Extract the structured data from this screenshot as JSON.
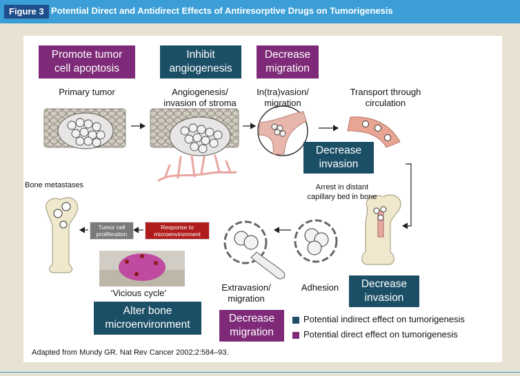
{
  "header": {
    "fig_label": "Figure 3",
    "title": "Potential Direct and Antidirect Effects of Antiresorptive Drugs on Tumorigenesis"
  },
  "boxes": {
    "promote": [
      "Promote tumor",
      "cell apoptosis"
    ],
    "inhibit": [
      "Inhibit",
      "angiogenesis"
    ],
    "decrease_migration_top": [
      "Decrease",
      "migration"
    ],
    "decrease_invasion_mid": [
      "Decrease",
      "invasion"
    ],
    "decrease_invasion_low": [
      "Decrease",
      "invasion"
    ],
    "decrease_migration_bottom": [
      "Decrease",
      "migration"
    ],
    "alter_bone": [
      "Alter bone",
      "microenvironment"
    ]
  },
  "labels": {
    "primary_tumor": "Primary tumor",
    "angiogenesis": [
      "Angiogenesis/",
      "invasion of stroma"
    ],
    "intravasion": [
      "In(tra)vasion/",
      "migration"
    ],
    "transport": [
      "Transport through",
      "circulation"
    ],
    "arrest": [
      "Arrest in distant",
      "capillary bed in bone"
    ],
    "bone_metastases": "Bone metastases",
    "adhesion": "Adhesion",
    "extravasion": [
      "Extravasion/",
      "migration"
    ],
    "vicious": "‘Vicious cycle’",
    "tumor_prolif": [
      "Tumor cell",
      "proliferation"
    ],
    "response": [
      "Response to",
      "microenvironment"
    ]
  },
  "legend": {
    "indirect": "Potential indirect effect on tumorigenesis",
    "direct": "Potential direct effect on tumorigenesis"
  },
  "citation": "Adapted from Mundy GR. Nat Rev Cancer 2002;2:584–93.",
  "colors": {
    "header_blue": "#3b9ed6",
    "fig_tag": "#1e4e8c",
    "purple": "#7e2a78",
    "navy": "#1b4f66",
    "red_box": "#b01c1c",
    "gray_box": "#7a7a7a"
  }
}
